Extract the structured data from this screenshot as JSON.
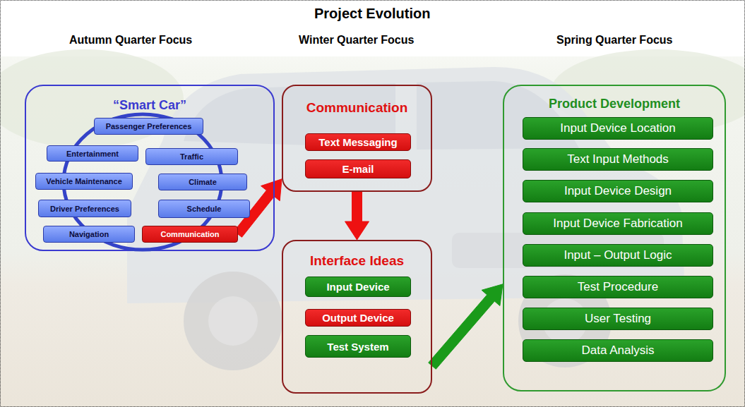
{
  "diagram": {
    "title": "Project Evolution",
    "nodes": [
      {
        "text": [
          "“Smart Car”"
        ]
      },
      {
        "text": [
          "Passenger Preferences"
        ],
        "in": 0
      },
      {
        "text": [
          "Entertainment"
        ],
        "in": 0
      },
      {
        "text": [
          "Traffic"
        ],
        "in": 0
      },
      {
        "text": [
          "Vehicle Maintenance"
        ],
        "in": 0
      },
      {
        "text": [
          "Climate"
        ],
        "in": 0
      },
      {
        "text": [
          "Driver Preferences"
        ],
        "in": 0
      },
      {
        "text": [
          "Schedule"
        ],
        "in": 0
      },
      {
        "text": [
          "Navigation"
        ],
        "in": 0
      },
      {
        "text": [
          "Communication"
        ],
        "in": 0
      },
      {
        "text": [
          "Communication"
        ]
      },
      {
        "text": [
          "Text Messaging"
        ],
        "in": 10
      },
      {
        "text": [
          "E-mail"
        ],
        "in": 10
      },
      {
        "text": [
          "Interface Ideas"
        ]
      },
      {
        "text": [
          "Input Device"
        ],
        "in": 13
      },
      {
        "text": [
          "Output Device"
        ],
        "in": 13
      },
      {
        "text": [
          "Test System"
        ],
        "in": 13
      },
      {
        "text": [
          "Product Development"
        ]
      },
      {
        "text": [
          "Input Device Location"
        ],
        "in": 17
      },
      {
        "text": [
          "Text Input Methods"
        ],
        "in": 17
      },
      {
        "text": [
          "Input Device Design"
        ],
        "in": 17
      },
      {
        "text": [
          "Input Device Fabrication"
        ],
        "in": 17
      },
      {
        "text": [
          "Input – Output Logic"
        ],
        "in": 17
      },
      {
        "text": [
          "Test Procedure"
        ],
        "in": 17
      },
      {
        "text": [
          "User Testing"
        ],
        "in": 17
      },
      {
        "text": [
          "Data Analysis"
        ],
        "in": 17
      }
    ],
    "edges": [
      {
        "from": 9,
        "to": 10,
        "arrow": "to"
      },
      {
        "from": 10,
        "to": 13,
        "arrow": "to"
      },
      {
        "from": 13,
        "to": 17,
        "arrow": "to"
      }
    ],
    "labels": [
      "Autumn Quarter Focus",
      "Winter Quarter Focus",
      "Spring Quarter Focus"
    ]
  }
}
